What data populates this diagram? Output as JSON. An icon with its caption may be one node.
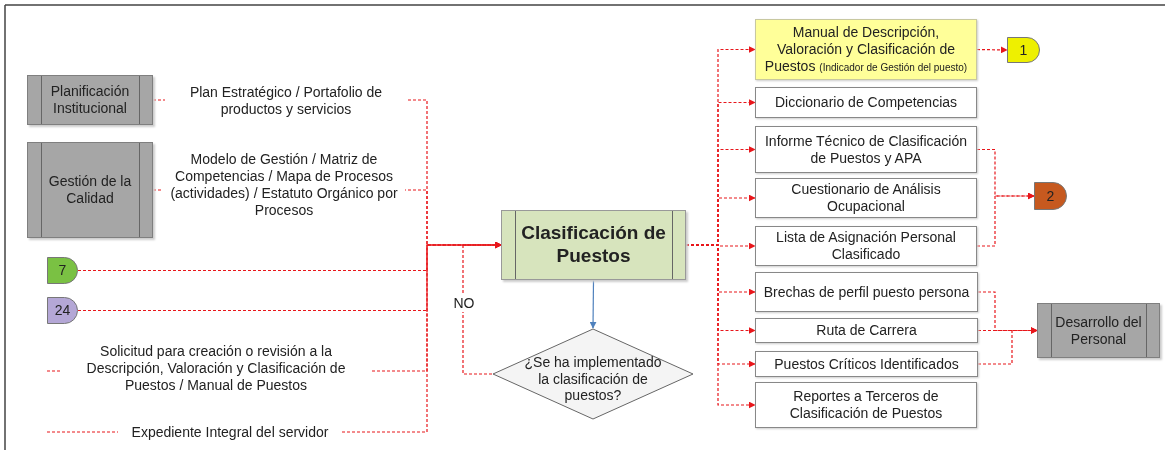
{
  "diagram": {
    "nodes": [
      {
        "text": [
          "Planificación Institucional"
        ]
      },
      {
        "text": [
          "Gestión de la Calidad"
        ]
      },
      {
        "text": [
          "7"
        ]
      },
      {
        "text": [
          "24"
        ]
      },
      {
        "text": [
          "Clasificación de Puestos"
        ]
      },
      {
        "text": [
          "¿Se ha implementado la clasificación de puestos?"
        ]
      },
      {
        "text": [
          "Manual de Descripción, Valoración y Clasificación de Puestos",
          "(Indicador de Gestión del puesto)"
        ]
      },
      {
        "text": [
          "Diccionario de Competencias"
        ]
      },
      {
        "text": [
          "Informe Técnico de Clasificación de Puestos y APA"
        ]
      },
      {
        "text": [
          "Cuestionario de Análisis Ocupacional"
        ]
      },
      {
        "text": [
          "Lista de Asignación Personal Clasificado"
        ]
      },
      {
        "text": [
          "Brechas de perfil puesto persona"
        ]
      },
      {
        "text": [
          "Ruta de Carrera"
        ]
      },
      {
        "text": [
          "Puestos Críticos Identificados"
        ]
      },
      {
        "text": [
          "Reportes a Terceros de Clasificación de Puestos"
        ]
      },
      {
        "text": [
          "1"
        ]
      },
      {
        "text": [
          "2"
        ]
      },
      {
        "text": [
          "Desarrollo del Personal"
        ]
      }
    ],
    "edges": [
      {
        "from": 0,
        "to": 4,
        "arrow": "to",
        "style": "dashed",
        "label": "Plan Estratégico / Portafolio de productos y servicios"
      },
      {
        "from": 1,
        "to": 4,
        "arrow": "to",
        "style": "dashed",
        "label": "Modelo de Gestión / Matriz de Competencias / Mapa de Procesos (actividades) / Estatuto Orgánico por Procesos"
      },
      {
        "from": 2,
        "to": 4,
        "arrow": "to",
        "style": "dashed"
      },
      {
        "from": 3,
        "to": 4,
        "arrow": "to",
        "style": "dashed"
      },
      {
        "from": null,
        "to": 4,
        "arrow": "to",
        "style": "dashed",
        "label": "Solicitud para creación o revisión a la Descripción, Valoración y Clasificación de Puestos / Manual de Puestos"
      },
      {
        "from": null,
        "to": 4,
        "arrow": "to",
        "style": "dashed",
        "label": "Expediente Integral del servidor"
      },
      {
        "from": 5,
        "to": 4,
        "arrow": "to",
        "style": "dashed",
        "label": "NO"
      },
      {
        "from": 4,
        "to": 5,
        "arrow": "to",
        "color": "#4f81bd"
      },
      {
        "from": 4,
        "to": 6,
        "arrow": "to",
        "style": "dashed"
      },
      {
        "from": 4,
        "to": 7,
        "arrow": "to",
        "style": "dashed"
      },
      {
        "from": 4,
        "to": 8,
        "arrow": "to",
        "style": "dashed"
      },
      {
        "from": 4,
        "to": 9,
        "arrow": "to",
        "style": "dashed"
      },
      {
        "from": 4,
        "to": 10,
        "arrow": "to",
        "style": "dashed"
      },
      {
        "from": 4,
        "to": 11,
        "arrow": "to",
        "style": "dashed"
      },
      {
        "from": 4,
        "to": 12,
        "arrow": "to",
        "style": "dashed"
      },
      {
        "from": 4,
        "to": 13,
        "arrow": "to",
        "style": "dashed"
      },
      {
        "from": 4,
        "to": 14,
        "arrow": "to",
        "style": "dashed"
      },
      {
        "from": 6,
        "to": 15,
        "arrow": "to",
        "style": "dashed"
      },
      {
        "from": 8,
        "to": 16,
        "arrow": "to",
        "style": "dashed"
      },
      {
        "from": 10,
        "to": 16,
        "arrow": "to",
        "style": "dashed"
      },
      {
        "from": 11,
        "to": 17,
        "arrow": "to",
        "style": "dashed"
      },
      {
        "from": 12,
        "to": 17,
        "arrow": "to",
        "style": "dashed"
      },
      {
        "from": 13,
        "to": 17,
        "arrow": "to",
        "style": "dashed"
      }
    ]
  }
}
